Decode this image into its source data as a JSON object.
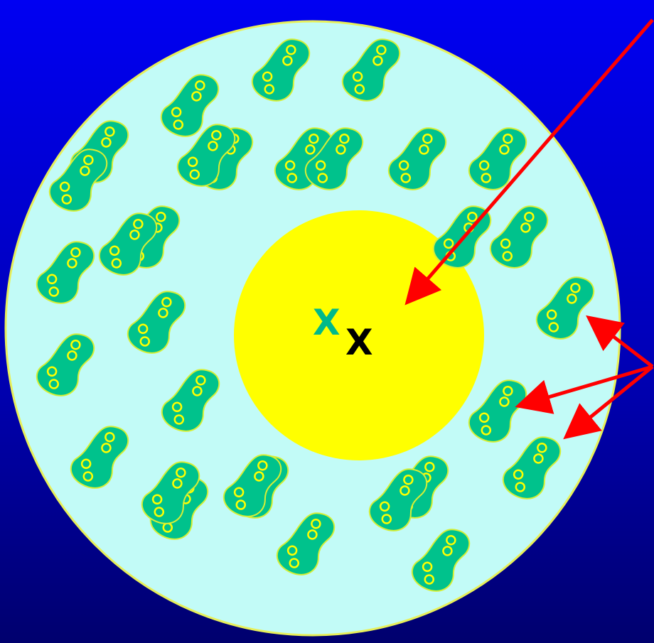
{
  "colors": {
    "background_top": "#0000f2",
    "background_bottom": "#00006e",
    "outer_disc": "#c2fbf7",
    "outer_disc_stroke": "#e8f05a",
    "inner_disc": "#ffff00",
    "cell": "#00c28c",
    "cell_outline": "#d7ef36",
    "nucleus_ring": "#ffff00",
    "arrow": "#ff0000",
    "mark_teal": "#00b98a",
    "mark_black": "#000000"
  },
  "center_marks": [
    {
      "label": "X",
      "color": "#00b98a"
    },
    {
      "label": "X",
      "color": "#000000"
    }
  ],
  "cell_count": 31,
  "arrows": {
    "single_arrow_count": 1,
    "fan_arrow_count": 3
  }
}
